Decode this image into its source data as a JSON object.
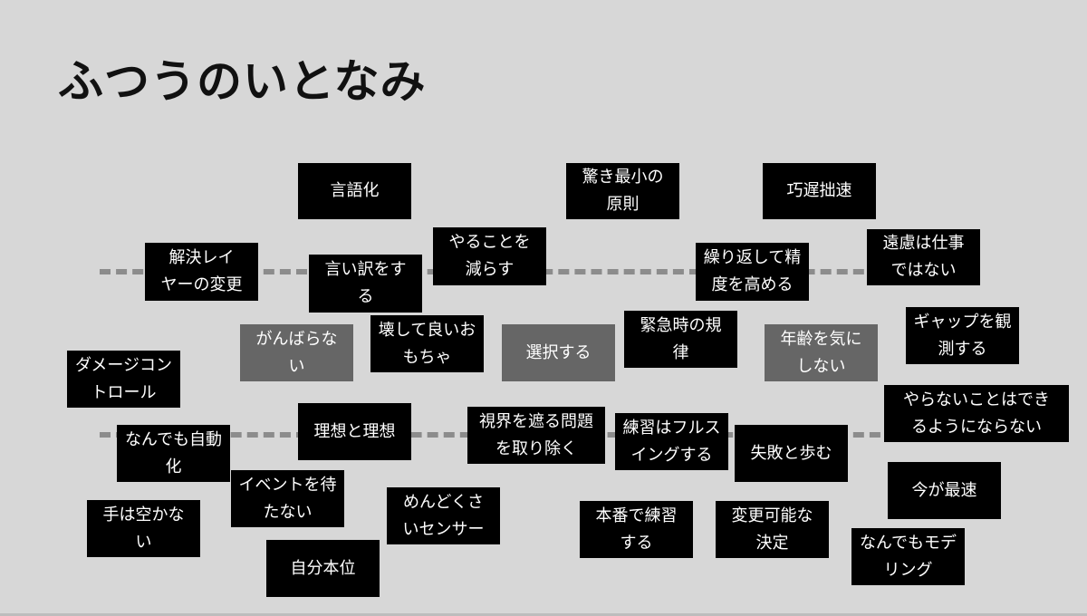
{
  "title": "ふつうのいとなみ",
  "cards": {
    "c01": "言語化",
    "c02": "驚き最小の\n原則",
    "c03": "巧遅拙速",
    "c04": "解決レイ\nヤーの変更",
    "c05": "言い訳をす\nる",
    "c06": "やることを\n減らす",
    "c07": "繰り返して精\n度を高める",
    "c08": "遠慮は仕事\nではない",
    "c09": "がんばらな\nい",
    "c10": "壊して良いお\nもちゃ",
    "c11": "選択する",
    "c12": "緊急時の規\n律",
    "c13": "年齢を気に\nしない",
    "c14": "ギャップを観\n測する",
    "c15": "ダメージコン\nトロール",
    "c16": "理想と理想",
    "c17": "視界を遮る問題\nを取り除く",
    "c18": "練習はフルス\nイングする",
    "c19": "やらないことはでき\nるようにならない",
    "c20": "なんでも自動\n化",
    "c21": "失敗と歩む",
    "c22": "イベントを待\nたない",
    "c23": "めんどくさ\nいセンサー",
    "c24": "今が最速",
    "c25": "手は空かな\nい",
    "c26": "本番で練習\nする",
    "c27": "変更可能な\n決定",
    "c28": "自分本位",
    "c29": "なんでもモデ\nリング"
  }
}
